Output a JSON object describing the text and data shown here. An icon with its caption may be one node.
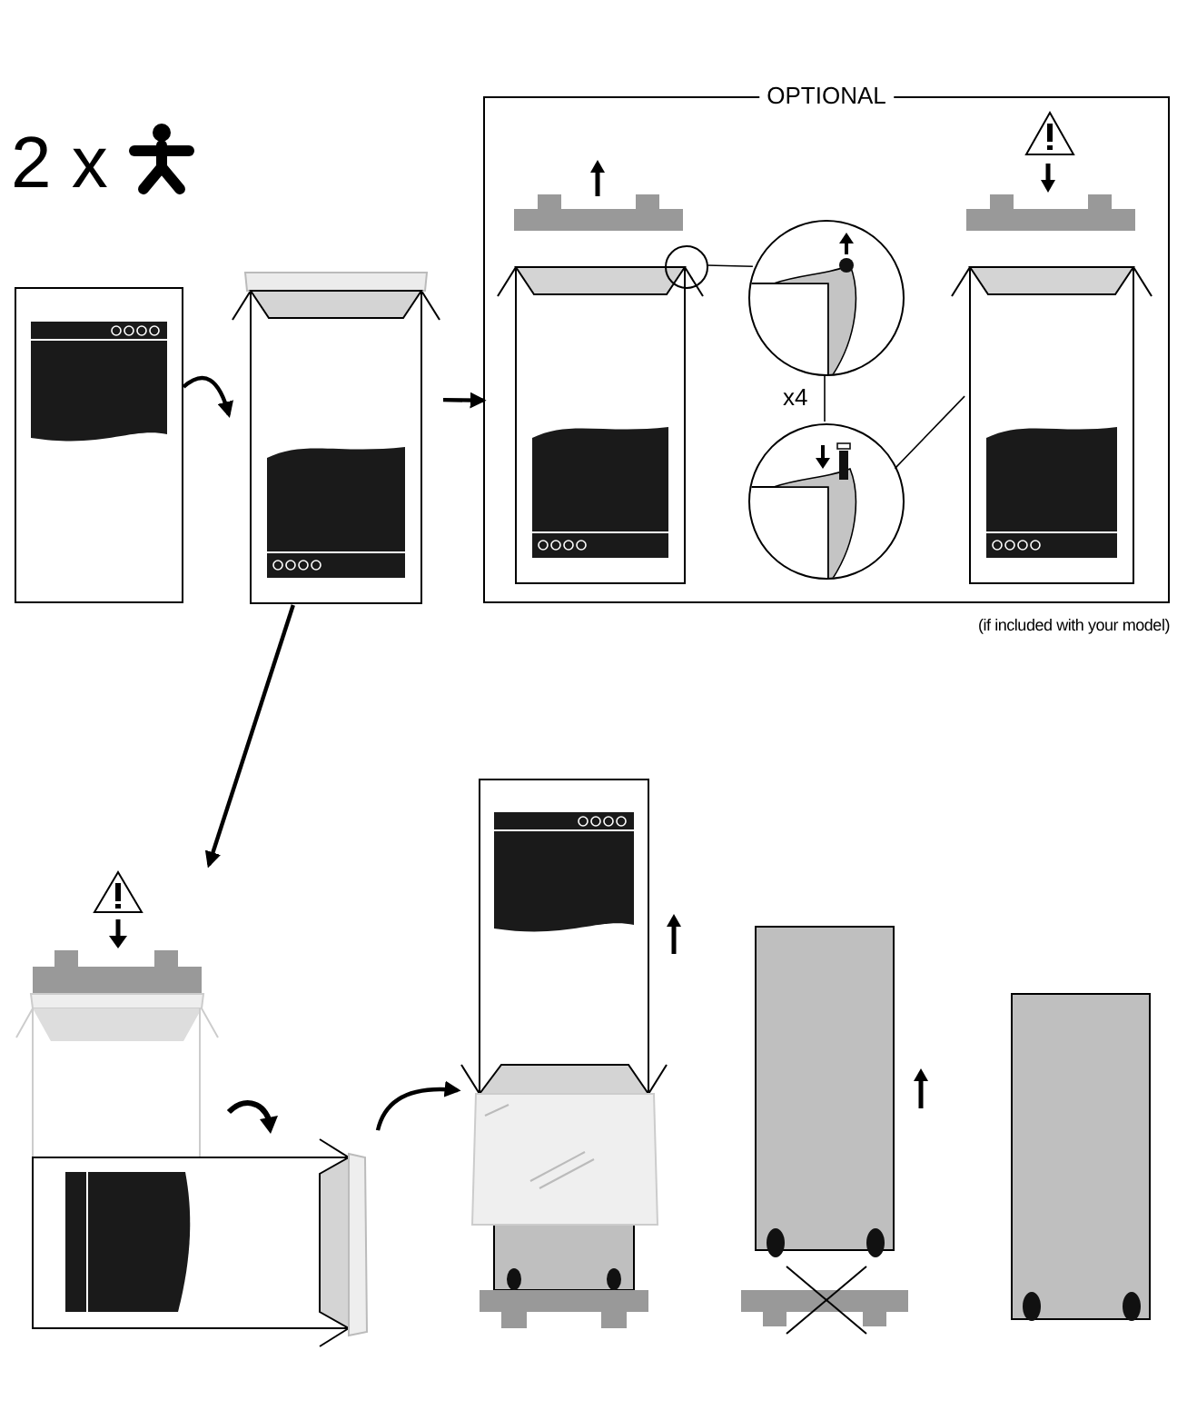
{
  "diagram": {
    "nodes": [
      {
        "text": [],
        "shape": "picture"
      },
      {
        "text": [],
        "shape": "picture"
      },
      {
        "text": [
          "OPTIONAL"
        ]
      },
      {
        "text": [],
        "shape": "picture",
        "in": 2
      },
      {
        "text": [],
        "shape": "circle",
        "in": 2
      },
      {
        "text": [],
        "shape": "picture",
        "in": 2
      },
      {
        "text": [],
        "shape": "picture",
        "in": 2
      },
      {
        "text": [],
        "shape": "picture",
        "in": 2
      },
      {
        "text": [],
        "shape": "picture"
      },
      {
        "text": [],
        "shape": "picture"
      }
    ],
    "edges": [
      {
        "from": 0,
        "to": 1,
        "arrow": "to"
      },
      {
        "from": 1,
        "to": 2,
        "arrow": "to"
      },
      {
        "from": 1,
        "to": 8,
        "arrow": "to"
      },
      {
        "from": 4,
        "to": 5,
        "arrow": "none"
      },
      {
        "from": 5,
        "to": 6,
        "arrow": "none",
        "label": "x4"
      },
      {
        "from": 6,
        "to": 7,
        "arrow": "none"
      },
      {
        "from": 8,
        "to": 9,
        "arrow": "to"
      }
    ],
    "labels": [
      "2 x",
      "(if included with your model)"
    ]
  }
}
